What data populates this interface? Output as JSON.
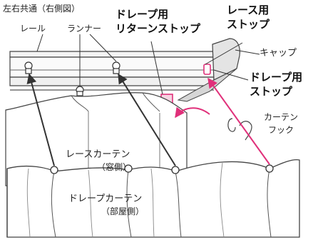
{
  "title": "左右共通（右側図）",
  "labels": {
    "rail": "レール",
    "runner": "ランナー",
    "drape_return_stop": [
      "ドレープ用",
      "リターンストップ"
    ],
    "lace_stop": [
      "レース用",
      "ストップ"
    ],
    "cap": "キャップ",
    "drape_stop": [
      "ドレープ用",
      "ストップ"
    ],
    "curtain_hook": [
      "カーテン",
      "フック"
    ],
    "lace_curtain": [
      "レースカーテン",
      "（窓側）"
    ],
    "drape_curtain": [
      "ドレープカーテン",
      "（部屋側）"
    ]
  },
  "colors": {
    "accent": "#e0307a",
    "line": "#333333",
    "rail_fill": "#f2f2f2",
    "curtain_fill": "#ffffff"
  }
}
